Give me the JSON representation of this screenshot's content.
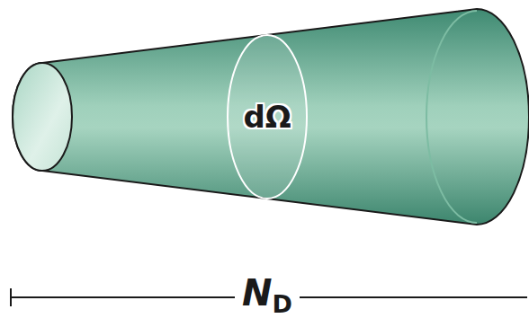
{
  "diagram": {
    "nodes": [
      {
        "text": [
          "dΩ"
        ]
      }
    ],
    "labels": [
      "N",
      "D"
    ]
  }
}
